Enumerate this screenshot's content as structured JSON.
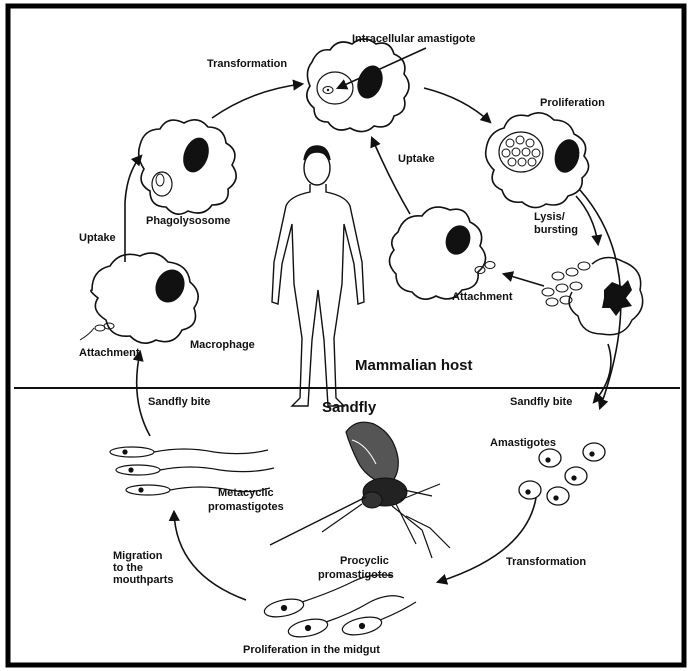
{
  "labels": {
    "intracellular_amastigote": "Intracellular amastigote",
    "transformation_top": "Transformation",
    "proliferation": "Proliferation",
    "uptake_left": "Uptake",
    "uptake_mid": "Uptake",
    "phagolysosome": "Phagolysosome",
    "lysis_line1": "Lysis/",
    "lysis_line2": "bursting",
    "attachment_left": "Attachment",
    "macrophage": "Macrophage",
    "attachment_right": "Attachment",
    "mammalian_host": "Mammalian host",
    "sandfly": "Sandfly",
    "sandfly_bite_left": "Sandfly bite",
    "sandfly_bite_right": "Sandfly bite",
    "amastigotes": "Amastigotes",
    "metacyclic_line1": "Metacyclic",
    "metacyclic_line2": "promastigotes",
    "migration_line1": "Migration",
    "migration_line2": "to the",
    "migration_line3": "mouthparts",
    "procyclic_line1": "Procyclic",
    "procyclic_line2": "promastigotes",
    "transformation_bottom": "Transformation",
    "proliferation_midgut": "Proliferation in the midgut"
  },
  "colors": {
    "frame": "#000000",
    "ink": "#111111",
    "background": "#ffffff"
  }
}
